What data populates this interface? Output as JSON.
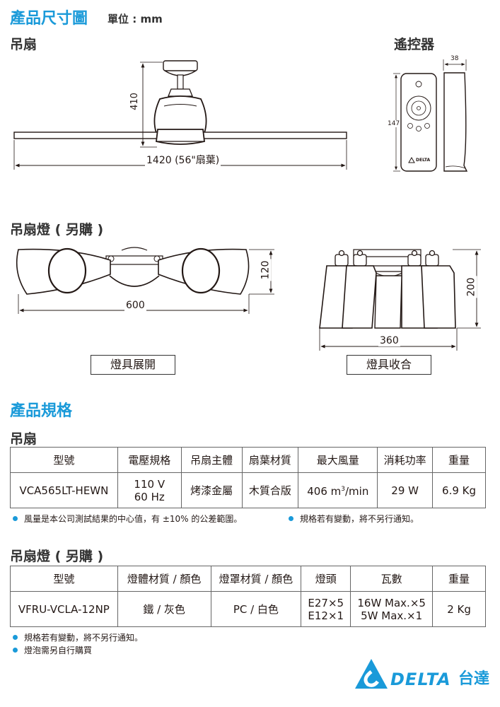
{
  "header": {
    "title": "產品尺寸圖",
    "unit": "單位 : mm"
  },
  "dimensions": {
    "fan_label": "吊扇",
    "remote_label": "遙控器",
    "fan_height": "410",
    "fan_span": "1420 (56\"扇葉)",
    "remote_width": "38",
    "remote_height": "147",
    "remote_brand": "DELTA",
    "lamp_label": "吊扇燈 ( 另購 )",
    "lamp_open_height": "120",
    "lamp_open_width": "600",
    "lamp_closed_height": "200",
    "lamp_closed_width": "360",
    "caption_open": "燈具展開",
    "caption_closed": "燈具收合"
  },
  "specs": {
    "title": "產品規格",
    "fan": {
      "label": "吊扇",
      "headers": [
        "型號",
        "電壓規格",
        "吊扇主體",
        "扇葉材質",
        "最大風量",
        "消耗功率",
        "重量"
      ],
      "row": {
        "model": "VCA565LT-HEWN",
        "voltage_1": "110 V",
        "voltage_2": "60 Hz",
        "body": "烤漆金屬",
        "blade": "木質合版",
        "airflow_value": "406 m",
        "airflow_sup": "3",
        "airflow_unit": "/min",
        "power": "29 W",
        "weight": "6.9 Kg"
      },
      "notes": [
        "風量是本公司測試結果的中心值，有 ±10% 的公差範圍。",
        "規格若有變動，將不另行通知。"
      ]
    },
    "lamp": {
      "label": "吊扇燈 ( 另購 )",
      "headers": [
        "型號",
        "燈體材質 / 顏色",
        "燈罩材質 / 顏色",
        "燈頭",
        "瓦數",
        "重量"
      ],
      "row": {
        "model": "VFRU-VCLA-12NP",
        "body": "鐵 / 灰色",
        "shade": "PC / 白色",
        "socket_1": "E27×5",
        "socket_2": "E12×1",
        "watt_1": "16W Max.×5",
        "watt_2": "5W Max.×1",
        "weight": "2 Kg"
      },
      "notes": [
        "規格若有變動，將不另行通知。",
        "燈泡需另自行購買"
      ]
    }
  },
  "brand": {
    "logo_text": "DELTA",
    "logo_cn": "台達",
    "color": "#1a9ad9"
  }
}
